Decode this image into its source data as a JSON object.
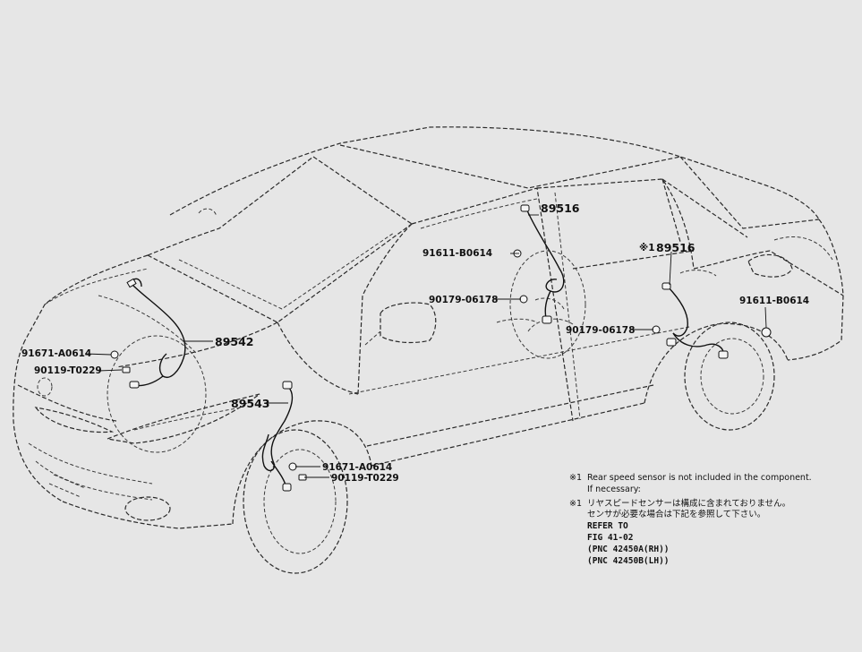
{
  "labels": {
    "p89516_front": "89516",
    "p89516_rear": "89516",
    "rear_mark": "※1",
    "p91611_a": "91611-B0614",
    "p91611_b": "91611-B0614",
    "p90179_a": "90179-06178",
    "p90179_b": "90179-06178",
    "p89542": "89542",
    "p89543": "89543",
    "p91671_a": "91671-A0614",
    "p91671_b": "91671-A0614",
    "p90119_a": "90119-T0229",
    "p90119_b": "90119-T0229"
  },
  "notes": {
    "mark1": "※1",
    "line1": "Rear speed sensor is not included in the component.",
    "line2": "If necessary:",
    "mark2": "※1",
    "line3": "リヤスピードセンサーは構成に含まれておりません。",
    "line4": "センサが必要な場合は下記を参照して下さい。",
    "ref1": "REFER TO",
    "ref2": "FIG 41-02",
    "ref3": "(PNC 42450A(RH))",
    "ref4": "(PNC 42450B(LH))"
  }
}
